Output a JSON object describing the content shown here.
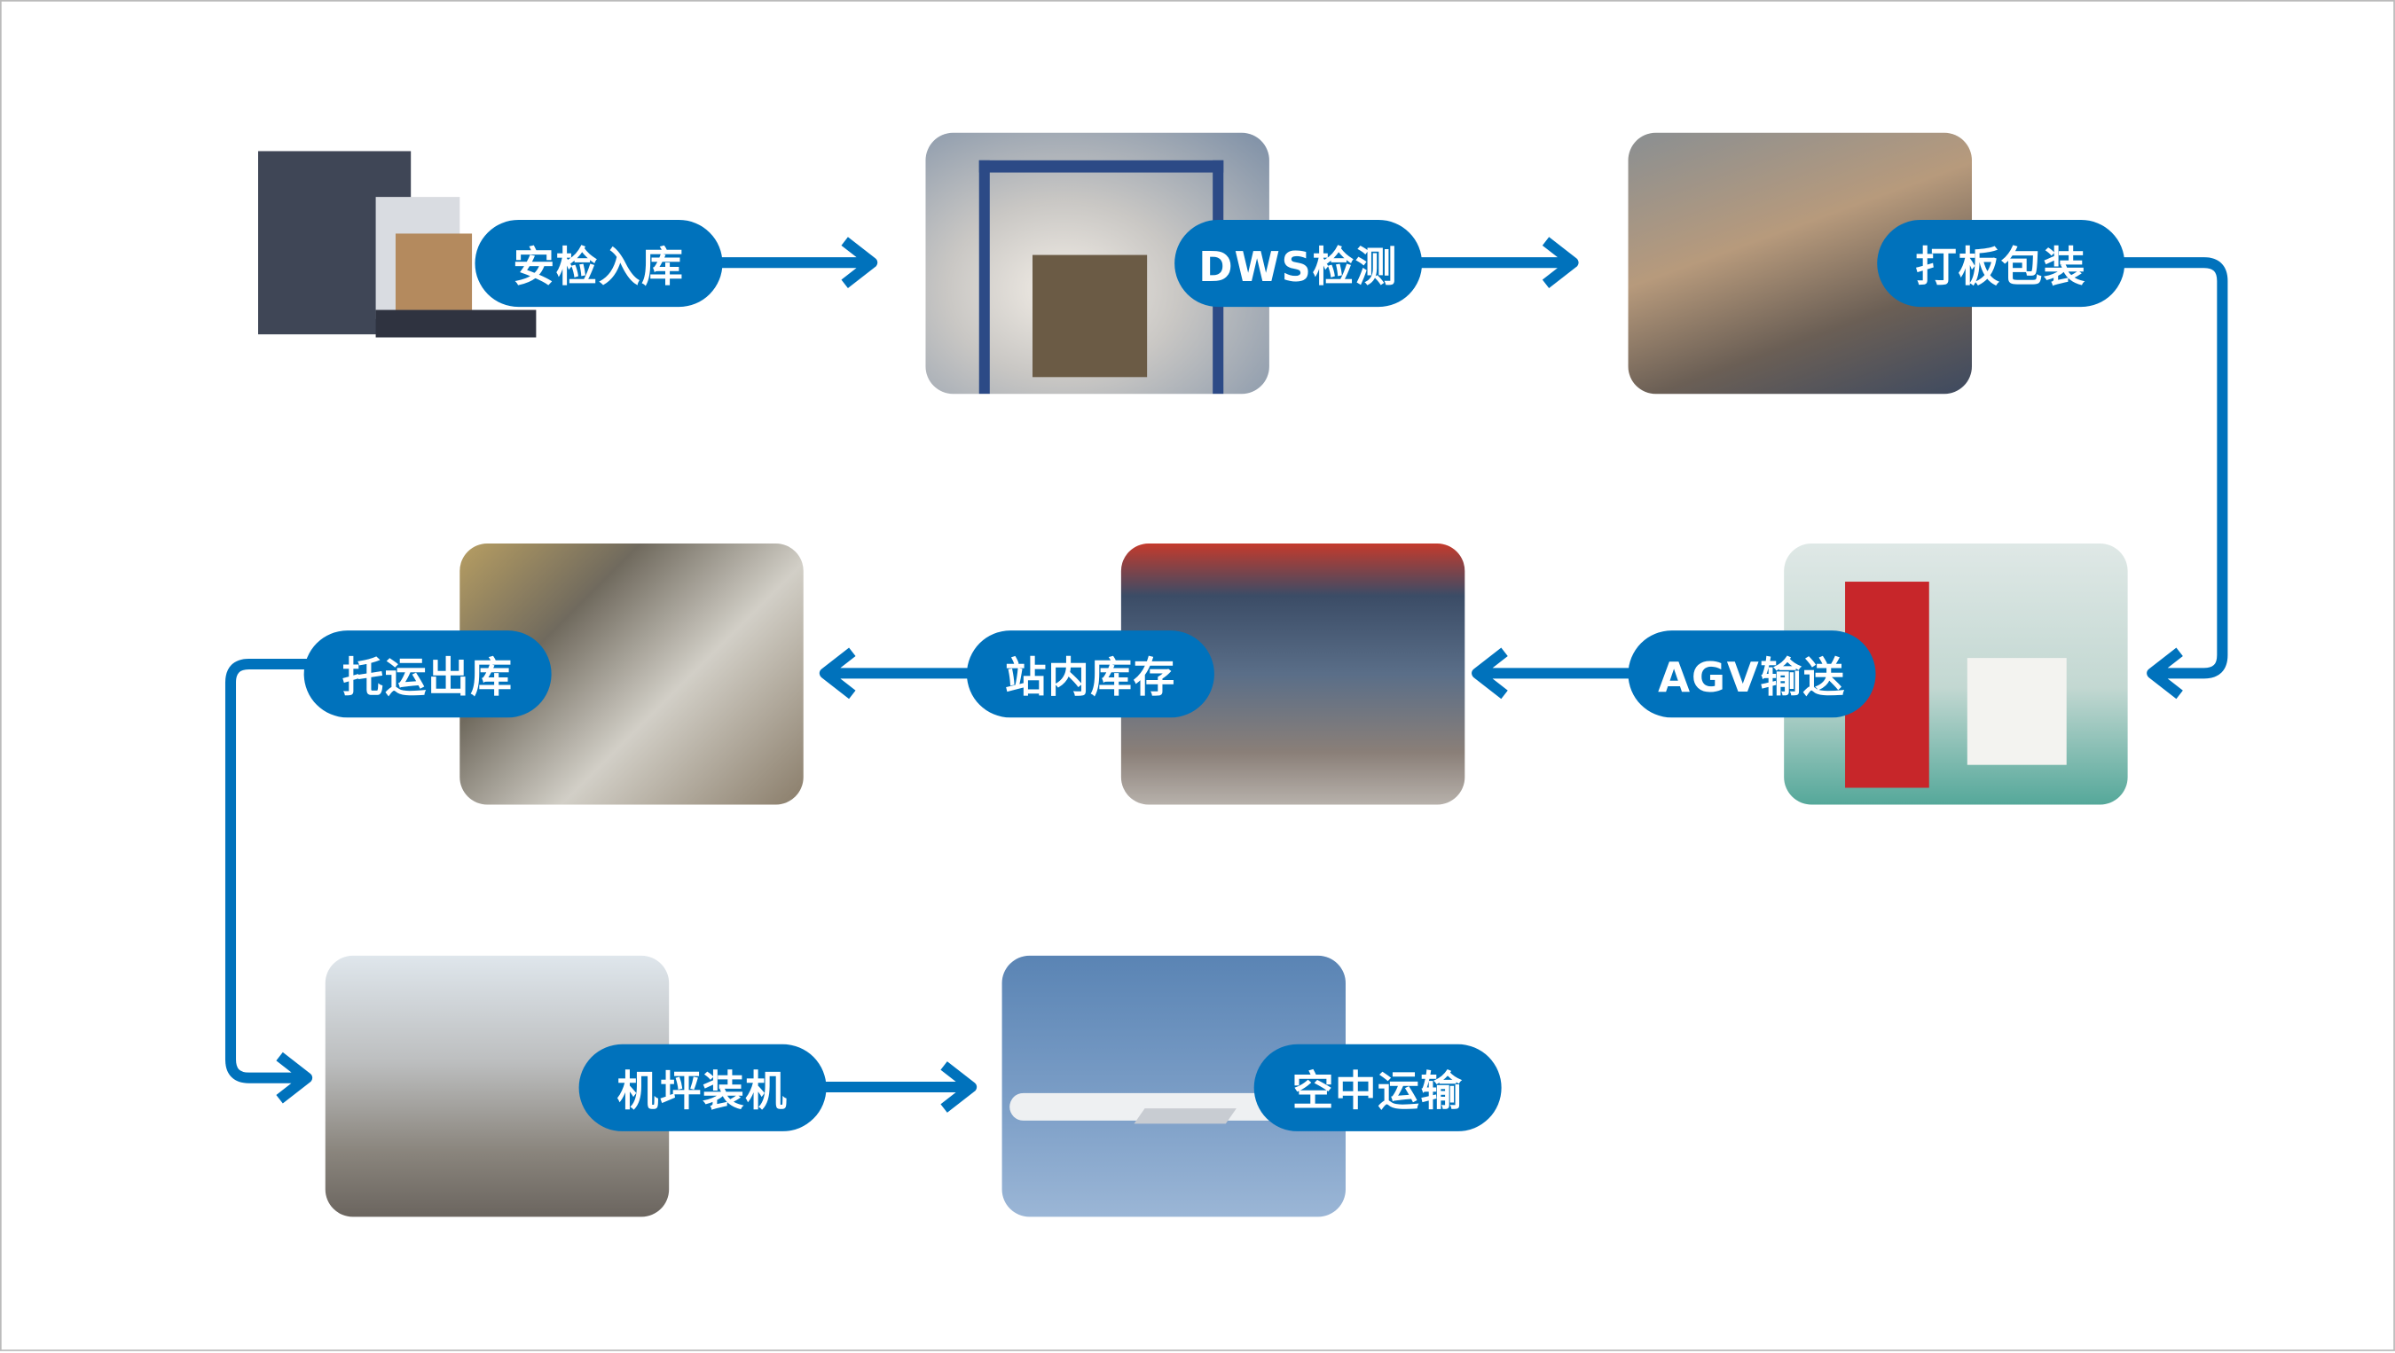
{
  "title": "",
  "accent_color": "#0072bc",
  "steps": [
    {
      "label": "安检入库",
      "photo": "x-ray-security-scanner"
    },
    {
      "label": "DWS检测",
      "photo": "dws-measuring-frame"
    },
    {
      "label": "打板包装",
      "photo": "palletizing-warehouse"
    },
    {
      "label": "AGV输送",
      "photo": "agv-forklift"
    },
    {
      "label": "站内库存",
      "photo": "storage-racks"
    },
    {
      "label": "托运出库",
      "photo": "cargo-tractor"
    },
    {
      "label": "机坪装机",
      "photo": "aircraft-loading"
    },
    {
      "label": "空中运输",
      "photo": "airplane-in-flight"
    }
  ]
}
